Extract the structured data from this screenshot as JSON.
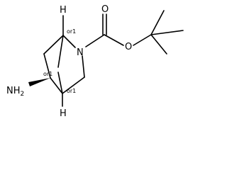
{
  "molecule": {
    "atoms": {
      "h_top": "H",
      "n_ring": "N",
      "o_carbonyl": "O",
      "o_ester": "O",
      "nh2": "NH",
      "nh2_sub": "2",
      "h_bottom": "H"
    },
    "stereo": {
      "top": "or1",
      "middle": "or1",
      "bottom": "or1"
    }
  }
}
